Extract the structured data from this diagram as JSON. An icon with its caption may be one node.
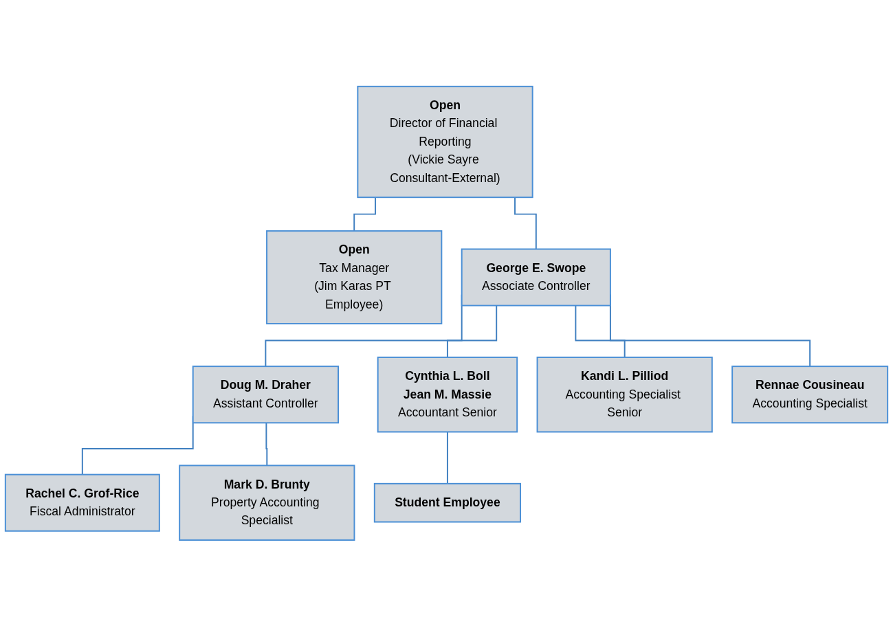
{
  "diagram": {
    "nodes": [
      {
        "text": [
          "Open",
          "Director of Financial Reporting",
          "(Vickie Sayre Consultant-External)"
        ]
      },
      {
        "text": [
          "Open",
          "Tax Manager",
          "(Jim Karas PT Employee)"
        ]
      },
      {
        "text": [
          "George E. Swope",
          "Associate Controller"
        ]
      },
      {
        "text": [
          "Doug M. Draher",
          "Assistant Controller"
        ]
      },
      {
        "text": [
          "Cynthia L. Boll",
          "Jean M. Massie",
          "Accountant Senior"
        ]
      },
      {
        "text": [
          "Kandi L. Pilliod",
          "Accounting Specialist Senior"
        ]
      },
      {
        "text": [
          "Rennae Cousineau",
          "Accounting Specialist"
        ]
      },
      {
        "text": [
          "Rachel C. Grof-Rice",
          "Fiscal Administrator"
        ]
      },
      {
        "text": [
          "Mark D. Brunty",
          "Property Accounting Specialist"
        ]
      },
      {
        "text": [
          "Student Employee"
        ]
      }
    ],
    "edges": [
      {
        "from": 0,
        "to": 1,
        "arrow": "none"
      },
      {
        "from": 0,
        "to": 2,
        "arrow": "none"
      },
      {
        "from": 2,
        "to": 3,
        "arrow": "none"
      },
      {
        "from": 2,
        "to": 4,
        "arrow": "none"
      },
      {
        "from": 2,
        "to": 5,
        "arrow": "none"
      },
      {
        "from": 2,
        "to": 6,
        "arrow": "none"
      },
      {
        "from": 3,
        "to": 7,
        "arrow": "none"
      },
      {
        "from": 3,
        "to": 8,
        "arrow": "none"
      },
      {
        "from": 4,
        "to": 9,
        "arrow": "none"
      }
    ]
  }
}
